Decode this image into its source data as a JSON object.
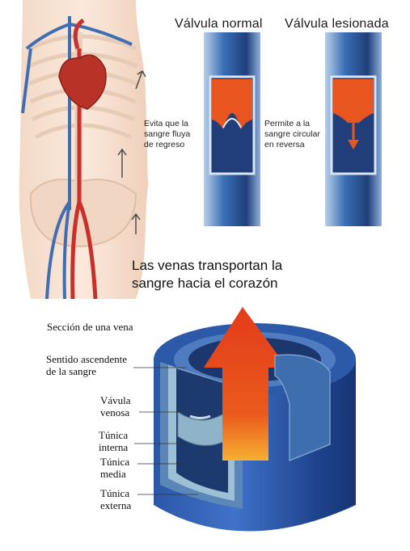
{
  "top": {
    "normal_title": "Válvula normal",
    "damaged_title": "Válvula lesionada",
    "normal_note": [
      "Evita que la",
      "sangre fluya",
      "de regreso"
    ],
    "damaged_note": [
      "Permite a la",
      "sangre circular",
      "en reversa"
    ],
    "caption": [
      "Las venas transportan la",
      "sangre hacia el corazón"
    ]
  },
  "bottom": {
    "section_title": "Sección de una vena",
    "labels": {
      "sentido": [
        "Sentido ascendente",
        "de la sangre"
      ],
      "valvula": [
        "Vávula",
        "venosa"
      ],
      "interna": [
        "Túnica",
        "interna"
      ],
      "media": [
        "Túnica",
        "media"
      ],
      "externa": [
        "Túnica",
        "externa"
      ]
    }
  },
  "colors": {
    "vein_blue": "#3a6fb5",
    "vein_dark": "#1f3f7a",
    "valve_orange": "#e8551e",
    "artery_red": "#c9302c",
    "arrow_red": "#e8431a"
  }
}
